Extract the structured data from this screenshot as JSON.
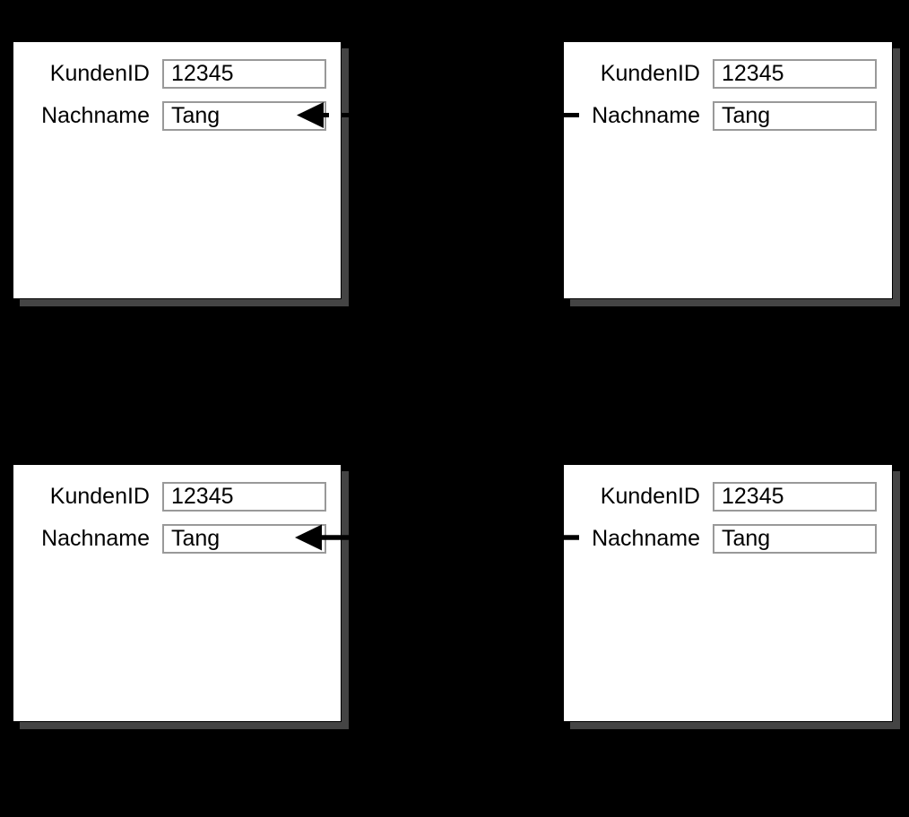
{
  "diagram": {
    "description": "Four form windows connected by arrows pointing into the Nachname field",
    "colors": {
      "background": "#000000",
      "panel_background": "#ffffff",
      "panel_shadow": "#444444",
      "input_border": "#999999",
      "text": "#000000",
      "connector": "#000000"
    }
  },
  "panels": [
    {
      "name": "top-left",
      "fields": [
        {
          "label": "KundenID",
          "value": "12345"
        },
        {
          "label": "Nachname",
          "value": "Tang"
        }
      ]
    },
    {
      "name": "top-right",
      "fields": [
        {
          "label": "KundenID",
          "value": "12345"
        },
        {
          "label": "Nachname",
          "value": "Tang"
        }
      ]
    },
    {
      "name": "bottom-left",
      "fields": [
        {
          "label": "KundenID",
          "value": "12345"
        },
        {
          "label": "Nachname",
          "value": "Tang"
        }
      ]
    },
    {
      "name": "bottom-right",
      "fields": [
        {
          "label": "KundenID",
          "value": "12345"
        },
        {
          "label": "Nachname",
          "value": "Tang"
        }
      ]
    }
  ],
  "connectors": [
    {
      "position": "top",
      "line_style": "dashed",
      "arrow_direction": "left",
      "from_panel": "top-right",
      "to_panel": "top-left",
      "to_field": "Nachname",
      "icon": "arrowhead-left-icon"
    },
    {
      "position": "bottom",
      "line_style": "solid",
      "arrow_direction": "left",
      "from_panel": "bottom-right",
      "to_panel": "bottom-left",
      "to_field": "Nachname",
      "icon": "arrowhead-left-icon"
    }
  ]
}
